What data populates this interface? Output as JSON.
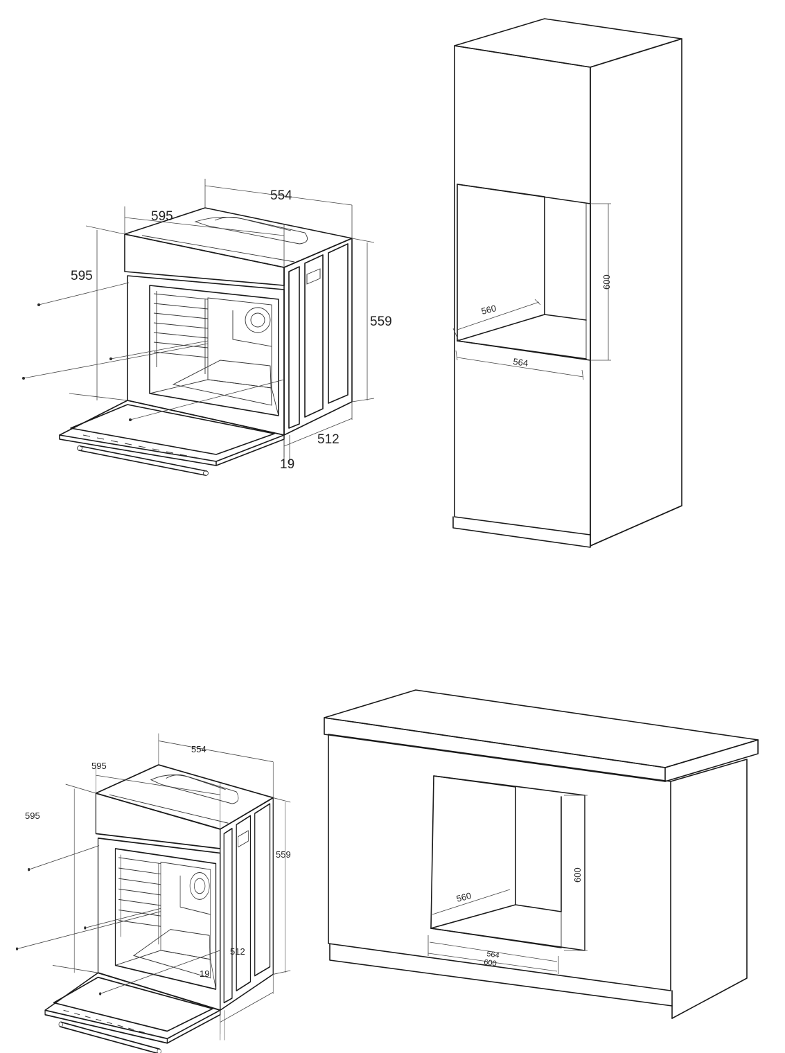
{
  "top": {
    "oven": {
      "width": "554",
      "front_width": "595",
      "front_height": "595",
      "height": "559",
      "depth": "512",
      "panel": "19"
    },
    "cabinet": {
      "niche_width": "560",
      "niche_front_width": "564",
      "niche_height": "600"
    }
  },
  "bottom": {
    "oven": {
      "width": "554",
      "front_width": "595",
      "front_height": "595",
      "height": "559",
      "depth": "512",
      "panel": "19"
    },
    "cabinet": {
      "niche_width": "560",
      "niche_front_width": "564",
      "niche_total_width": "600",
      "niche_height": "600"
    }
  }
}
